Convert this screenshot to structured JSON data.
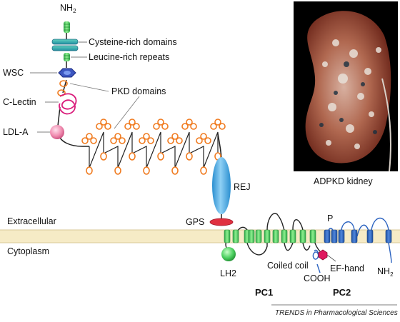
{
  "labels": {
    "nh2_top": "NH",
    "nh2_top_sub": "2",
    "cysteine": "Cysteine-rich domains",
    "leucine": "Leucine-rich repeats",
    "wsc": "WSC",
    "c_lectin": "C-Lectin",
    "pkd_domains": "PKD domains",
    "ldl_a": "LDL-A",
    "rej": "REJ",
    "gps": "GPS",
    "extracellular": "Extracellular",
    "cytoplasm": "Cytoplasm",
    "lh2": "LH2",
    "coiled_coil": "Coiled coil",
    "cooh": "COOH",
    "ef_hand": "EF-hand",
    "p": "P",
    "nh2_right": "NH",
    "nh2_right_sub": "2",
    "pc1": "PC1",
    "pc2": "PC2",
    "photo_caption": "ADPKD kidney"
  },
  "credit": {
    "journal": "TRENDS",
    "rest": " in Pharmacological Sciences"
  },
  "colors": {
    "membrane": "#f6ebc6",
    "orange": "#f07a1e",
    "green_helix": "#5cd66a",
    "blue_helix": "#2c63c0",
    "magenta": "#d91a7a",
    "rej": "#4aa8e0",
    "gps": "#e03040",
    "ldl": "#f08cb0"
  }
}
